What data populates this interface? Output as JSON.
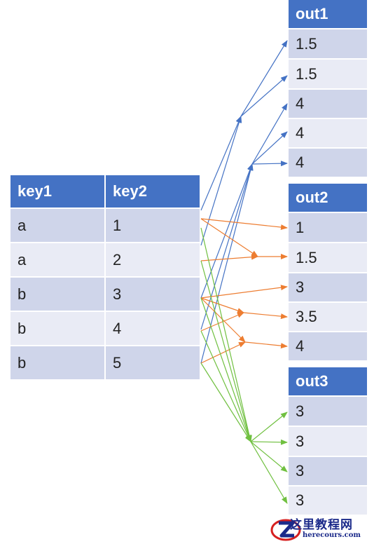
{
  "input_table": {
    "headers": [
      "key1",
      "key2"
    ],
    "rows": [
      [
        "a",
        "1"
      ],
      [
        "a",
        "2"
      ],
      [
        "b",
        "3"
      ],
      [
        "b",
        "4"
      ],
      [
        "b",
        "5"
      ]
    ]
  },
  "output_tables": [
    {
      "title": "out1",
      "values": [
        "1.5",
        "1.5",
        "4",
        "4",
        "4"
      ]
    },
    {
      "title": "out2",
      "values": [
        "1",
        "1.5",
        "3",
        "3.5",
        "4"
      ]
    },
    {
      "title": "out3",
      "values": [
        "3",
        "3",
        "3",
        "3"
      ]
    }
  ],
  "colors": {
    "header": "#4472c4",
    "row_dark": "#cfd5ea",
    "row_light": "#e9ebf5",
    "arrow_out1": "#4472c4",
    "arrow_out2": "#ed7d31",
    "arrow_out3": "#70c040"
  },
  "watermark": {
    "main": "这里教程网",
    "sub": "herecours.com",
    "icon": "z-logo-icon"
  }
}
